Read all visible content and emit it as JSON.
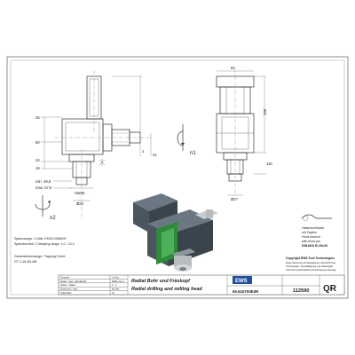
{
  "dims": {
    "d25": "25",
    "d80": "80",
    "d24": "24",
    "d16": "16",
    "d21": "21",
    "d1": "1",
    "d116": "116",
    "d158": "158",
    "d62": "62",
    "min": "min. 49,5",
    "max": "max. 57,5",
    "sw": "SW25",
    "d20": "Ø20",
    "d27": "Ø27",
    "n1": "n1",
    "n2": "n2"
  },
  "notes": {
    "line1": "Spannzange / Collet:   ER16   DIN6499",
    "line2": "Spannbereich / Clamping range:  1,0 - 10,0",
    "line3": "Gewindebohrzange / Tapping Collet:",
    "line4": "GT-1-16   M3-M8"
  },
  "key_note": {
    "l1": "Hakenschlüssel",
    "l2": "mit Zapfen",
    "l3": "Hook wrench",
    "l4": "with fixed pin",
    "l5": "DIN1810 B 25x28"
  },
  "copyright": {
    "l1": "Copyright EWS Tool Technologies",
    "l2": "Diese Zeichnung ist das Eigentum der EWS Tool",
    "l3": "Technologies. Vervielfältigung und Weitergabe",
    "l4": "sind ohne ausdrückliche Genehmigung untersagt."
  },
  "title_block": {
    "labels": [
      "Gewicht",
      "Drehz. max. (Hin/Rück)",
      "Übers. / Ratio",
      "Drehmom. max.",
      "Kühlmittel"
    ],
    "values": [
      "3,4 kg",
      "6000 min-1",
      "1 : 1",
      "60 Nm",
      "IC"
    ],
    "company": "EWS",
    "title_de": "Radial Bohr und Fräskopf",
    "title_en": "Radial drilling and milling head",
    "part": "60.616700E3R",
    "number": "112590",
    "qr": "QR"
  },
  "colors": {
    "body": "#4a5560",
    "flange": "#2f8a3a",
    "steel": "#b8bcbf"
  }
}
